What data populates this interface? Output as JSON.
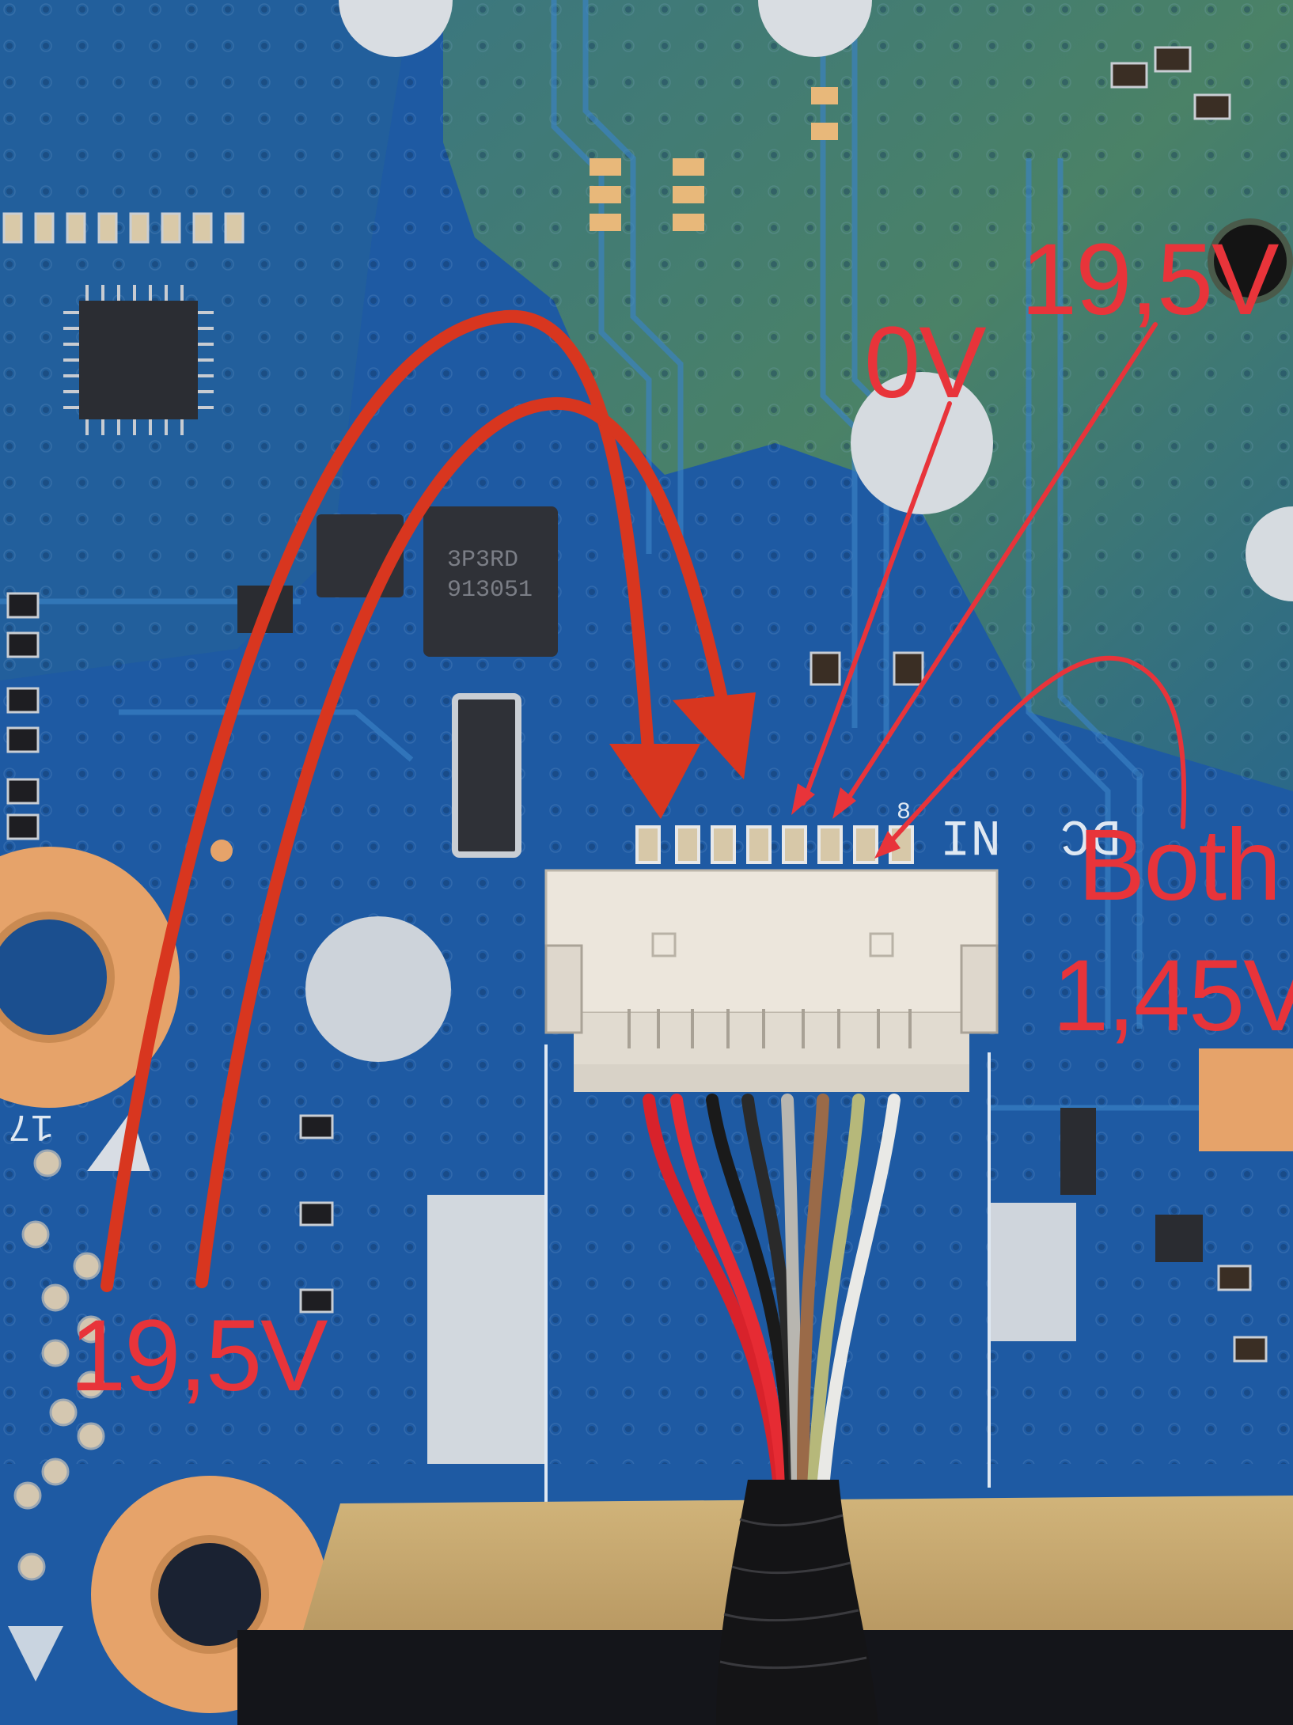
{
  "annotations": {
    "left_voltage": "19,5V",
    "top_right_voltage": "19,5V",
    "zero_voltage": "0V",
    "both_label": "Both",
    "both_voltage": "1,45V"
  },
  "silkscreen": {
    "pin_number": "8",
    "connector_text": "NI",
    "side_text": "DC",
    "corner_number": "17"
  },
  "chip_markings": {
    "mosfet_line1": "3P3RD",
    "mosfet_line2": "913051"
  },
  "colors": {
    "pcb_blue": "#1e5aa3",
    "pcb_teal": "#2f7fa8",
    "annotation_red": "#e8343a",
    "arrow_orange_red": "#d8361f",
    "connector_white": "#ece6dc",
    "copper_pad": "#e6a36a",
    "wood": "#c8ab72"
  }
}
